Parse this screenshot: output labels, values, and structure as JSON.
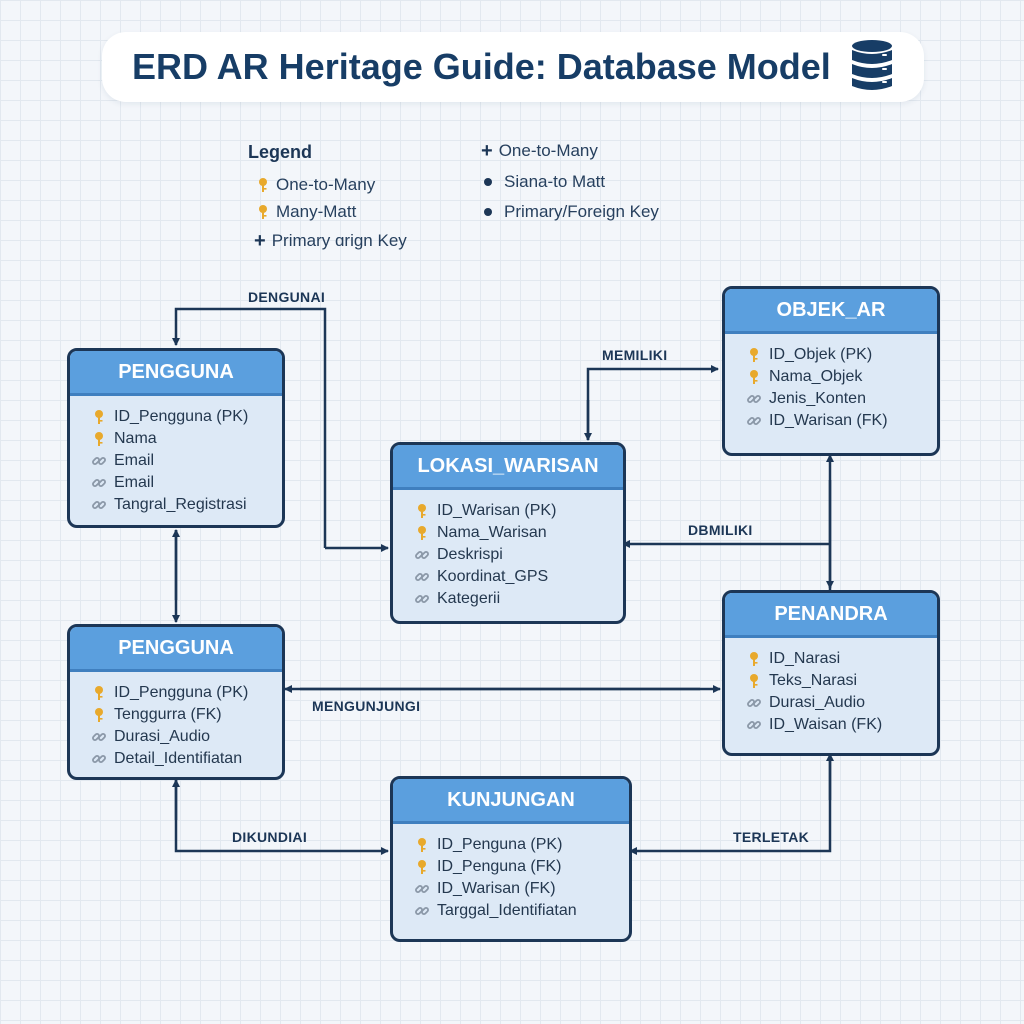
{
  "title": "ERD AR Heritage Guide: Database Model",
  "legend": {
    "title": "Legend",
    "col1": [
      {
        "icon": "key-icon",
        "label": "One-to-Many"
      },
      {
        "icon": "key-icon",
        "label": "Many-Matt"
      },
      {
        "icon": "plus-icon",
        "label": "Primary ɑrign Key"
      }
    ],
    "col2": [
      {
        "icon": "plus-icon",
        "label": "One-to-Many"
      },
      {
        "icon": "dot-icon",
        "label": "Siana-to Matt"
      },
      {
        "icon": "dot-icon",
        "label": "Primary/Foreign Key"
      }
    ]
  },
  "entities": [
    {
      "id": "pengguna-top",
      "name": "PENGGUNA",
      "attributes": [
        {
          "key": "primary",
          "text": "ID_Pengguna (PK)"
        },
        {
          "key": "primary",
          "text": "Nama"
        },
        {
          "key": "link",
          "text": "Email"
        },
        {
          "key": "link",
          "text": "Email"
        },
        {
          "key": "link",
          "text": "Tangral_Registrasi"
        }
      ]
    },
    {
      "id": "pengguna-bottom",
      "name": "PENGGUNA",
      "attributes": [
        {
          "key": "primary",
          "text": "ID_Pengguna (PK)"
        },
        {
          "key": "primary",
          "text": "Tenggurra (FK)"
        },
        {
          "key": "link",
          "text": "Durasi_Audio"
        },
        {
          "key": "link",
          "text": "Detail_Identifiatan"
        }
      ]
    },
    {
      "id": "lokasi-warisan",
      "name": "LOKASI_WARISAN",
      "attributes": [
        {
          "key": "primary",
          "text": "ID_Warisan (PK)"
        },
        {
          "key": "primary",
          "text": "Nama_Warisan"
        },
        {
          "key": "link",
          "text": "Deskrispi"
        },
        {
          "key": "link",
          "text": "Koordinat_GPS"
        },
        {
          "key": "link",
          "text": "Kategerii"
        }
      ]
    },
    {
      "id": "objek-ar",
      "name": "OBJEK_AR",
      "attributes": [
        {
          "key": "primary",
          "text": "ID_Objek (PK)"
        },
        {
          "key": "primary",
          "text": "Nama_Objek"
        },
        {
          "key": "link",
          "text": "Jenis_Konten"
        },
        {
          "key": "link",
          "text": "ID_Warisan (FK)"
        }
      ]
    },
    {
      "id": "penandra",
      "name": "PENANDRA",
      "attributes": [
        {
          "key": "primary",
          "text": "ID_Narasi"
        },
        {
          "key": "primary",
          "text": "Teks_Narasi"
        },
        {
          "key": "link",
          "text": "Durasi_Audio"
        },
        {
          "key": "link",
          "text": "ID_Waisan (FK)"
        }
      ]
    },
    {
      "id": "kunjungan",
      "name": "KUNJUNGAN",
      "attributes": [
        {
          "key": "primary",
          "text": "ID_Penguna (PK)"
        },
        {
          "key": "primary",
          "text": "ID_Penguna (FK)"
        },
        {
          "key": "link",
          "text": "ID_Warisan (FK)"
        },
        {
          "key": "link",
          "text": "Targgal_Identifiatan"
        }
      ]
    }
  ],
  "relationships": {
    "dengunai": "DENGUNAI",
    "memiliki": "MEMILIKI",
    "dbmiliki": "DBMILIKI",
    "mengunjungi": "MENGUNJUNGI",
    "dikundiai": "DIKUNDIAI",
    "terletak": "TERLETAK"
  },
  "colors": {
    "header": "#5b9fde",
    "body": "#dde9f6",
    "outline": "#1c3656",
    "primary_key": "#e8a92c",
    "link_icon": "#8b98a8",
    "title": "#173d66"
  }
}
